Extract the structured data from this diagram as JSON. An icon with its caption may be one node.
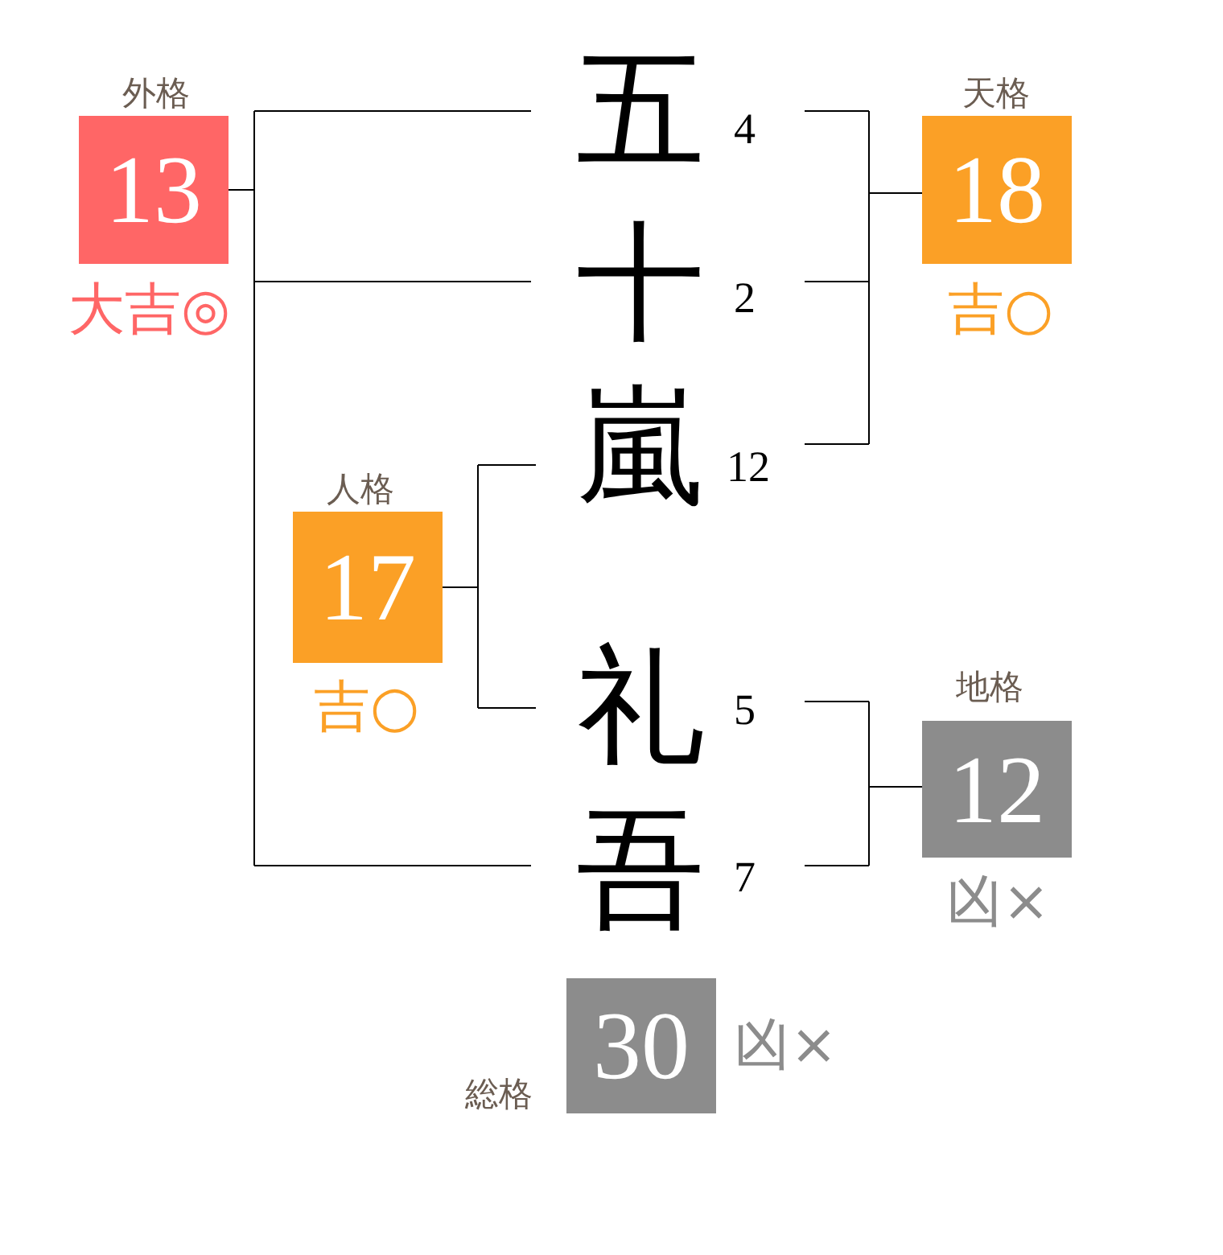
{
  "diagram": {
    "nodes": [
      {
        "text": [
          "外格",
          "13"
        ],
        "beside": [
          "大吉◎"
        ]
      },
      {
        "text": [
          "五"
        ],
        "beside": [
          "4"
        ]
      },
      {
        "text": [
          "十"
        ],
        "beside": [
          "2"
        ]
      },
      {
        "text": [
          "嵐"
        ],
        "beside": [
          "12"
        ]
      },
      {
        "text": [
          "天格",
          "18"
        ],
        "beside": [
          "吉○"
        ]
      },
      {
        "text": [
          "人格",
          "17"
        ],
        "beside": [
          "吉○"
        ]
      },
      {
        "text": [
          "礼"
        ],
        "beside": [
          "5"
        ]
      },
      {
        "text": [
          "吾"
        ],
        "beside": [
          "7"
        ]
      },
      {
        "text": [
          "地格",
          "12"
        ],
        "beside": [
          "凶×"
        ]
      },
      {
        "text": [
          "総格",
          "30"
        ],
        "beside": [
          "凶×"
        ]
      }
    ],
    "edges": [
      {
        "from": 1,
        "to": 0,
        "arrow": "none"
      },
      {
        "from": 2,
        "to": 0,
        "arrow": "none"
      },
      {
        "from": 7,
        "to": 0,
        "arrow": "none"
      },
      {
        "from": 1,
        "to": 4,
        "arrow": "none"
      },
      {
        "from": 2,
        "to": 4,
        "arrow": "none"
      },
      {
        "from": 3,
        "to": 4,
        "arrow": "none"
      },
      {
        "from": 3,
        "to": 5,
        "arrow": "none"
      },
      {
        "from": 6,
        "to": 5,
        "arrow": "none"
      },
      {
        "from": 6,
        "to": 8,
        "arrow": "none"
      },
      {
        "from": 7,
        "to": 8,
        "arrow": "none"
      }
    ]
  }
}
